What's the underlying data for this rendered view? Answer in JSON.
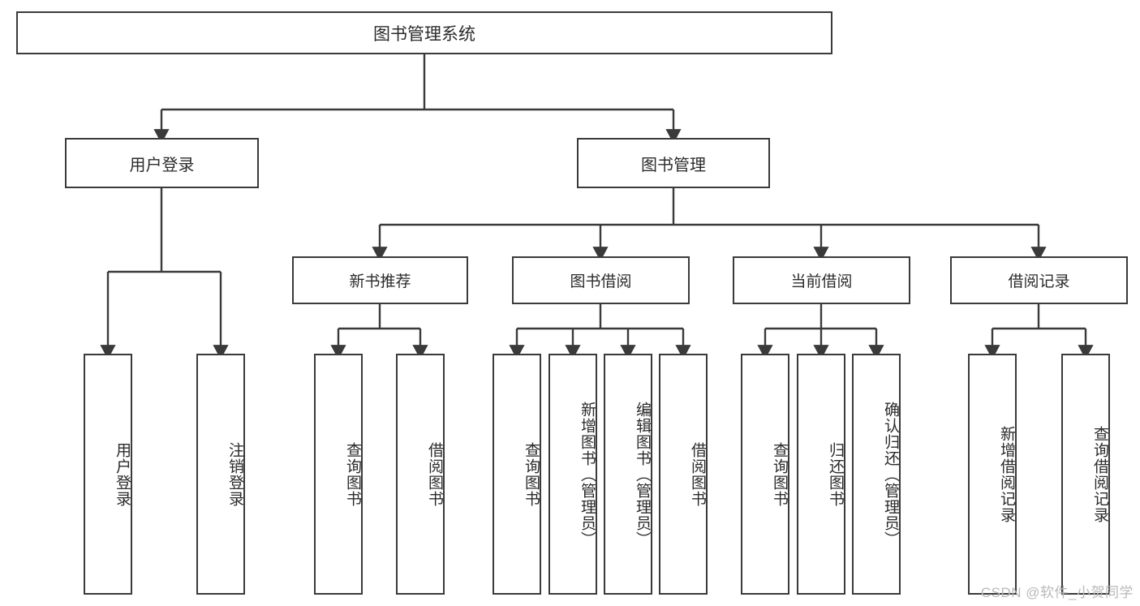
{
  "diagram": {
    "title": "图书管理系统",
    "root": {
      "label": "图书管理系统"
    },
    "level2": [
      {
        "label": "用户登录"
      },
      {
        "label": "图书管理"
      }
    ],
    "level3": [
      {
        "label": "新书推荐"
      },
      {
        "label": "图书借阅"
      },
      {
        "label": "当前借阅"
      },
      {
        "label": "借阅记录"
      }
    ],
    "leaves": {
      "user_login": [
        {
          "label": "用户登录"
        },
        {
          "label": "注销登录"
        }
      ],
      "new_book_recommend": [
        {
          "label": "查询图书"
        },
        {
          "label": "借阅图书"
        }
      ],
      "book_borrow": [
        {
          "label": "查询图书"
        },
        {
          "label": "新增图书（管理员）"
        },
        {
          "label": "编辑图书（管理员）"
        },
        {
          "label": "借阅图书"
        }
      ],
      "current_borrow": [
        {
          "label": "查询图书"
        },
        {
          "label": "归还图书"
        },
        {
          "label": "确认归还（管理员）"
        }
      ],
      "borrow_record": [
        {
          "label": "新增借阅记录"
        },
        {
          "label": "查询借阅记录"
        }
      ]
    }
  },
  "watermark": {
    "text": "CSDN @软件_小贺同学"
  },
  "colors": {
    "stroke": "#3a3a3a",
    "box_fill": "#ffffff",
    "text": "#2b2b2b",
    "watermark": "#b9b9b9"
  }
}
